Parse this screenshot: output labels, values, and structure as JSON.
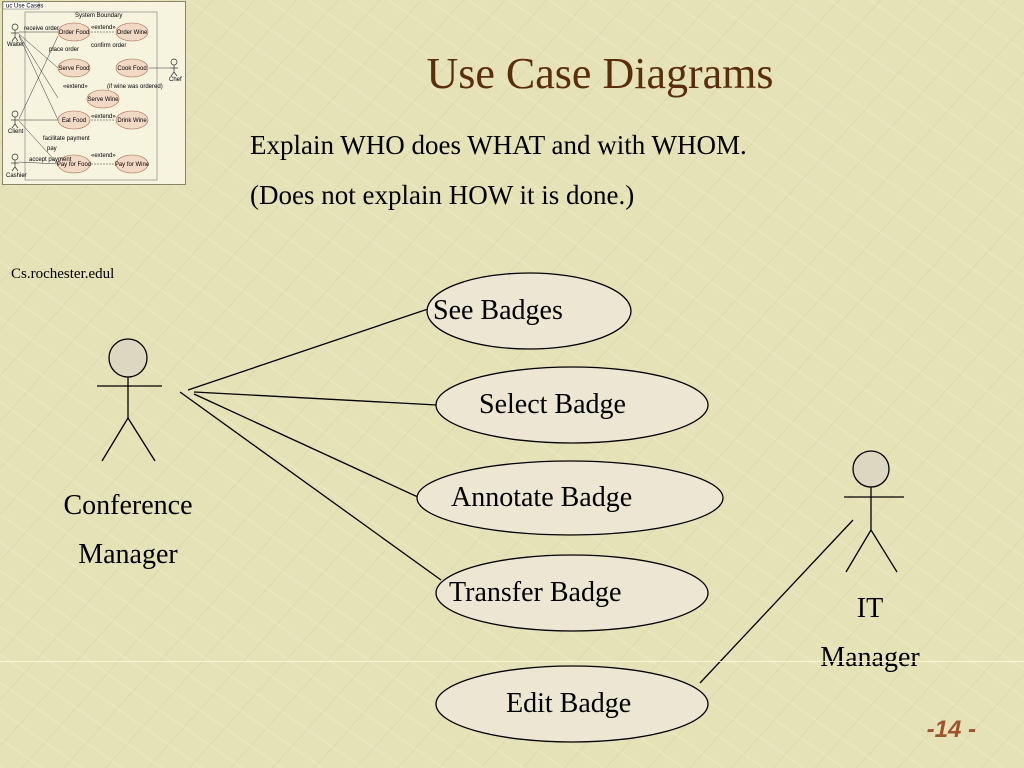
{
  "title": "Use Case Diagrams",
  "subtitle_lines": [
    "Explain WHO does WHAT and with WHOM.",
    "(Does not explain HOW it is done.)"
  ],
  "credit": "Cs.rochester.edul",
  "page_number": "-14 -",
  "actors": {
    "conference_manager": [
      "Conference",
      "Manager"
    ],
    "it_manager": [
      "IT",
      "Manager"
    ]
  },
  "use_cases": {
    "see_badges": "See Badges",
    "select_badge": "Select Badge",
    "annotate_badge": "Annotate Badge",
    "transfer_badge": "Transfer Badge",
    "edit_badge": "Edit Badge"
  },
  "thumbnail": {
    "tab": "uc Use Cases",
    "boundary": "System Boundary",
    "actors": [
      "Waiter",
      "Chef",
      "Client",
      "Cashier"
    ],
    "use_cases": [
      "Order Food",
      "Order Wine",
      "Serve Food",
      "Cook Food",
      "Serve Wine",
      "Eat Food",
      "Drink Wine",
      "Pay for Food",
      "Pay for Wine"
    ],
    "edge_labels": [
      "receive order",
      "place order",
      "confirm order",
      "«extend»",
      "(if wine was ordered)",
      "facilitate payment",
      "accept payment",
      "pay"
    ]
  },
  "colors": {
    "title": "#5a2d0c",
    "ellipse_fill": "#ece6d2",
    "actor_head": "#ddd7c1",
    "page_number": "#a0522d"
  }
}
